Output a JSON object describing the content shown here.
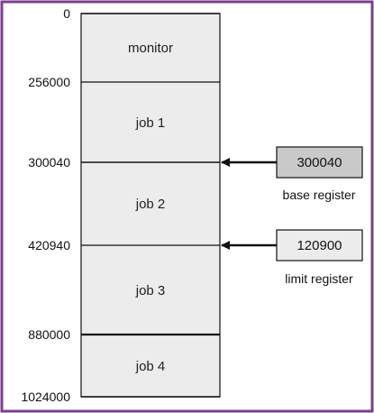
{
  "colors": {
    "frame_border": "#7a3f8f",
    "memory_fill": "#ececec",
    "base_register_fill": "#c9c9c9",
    "limit_register_fill": "#ececec",
    "line": "#111111"
  },
  "memory": {
    "addresses": [
      "0",
      "256000",
      "300040",
      "420940",
      "880000",
      "1024000"
    ],
    "segments": [
      {
        "label": "monitor"
      },
      {
        "label": "job 1"
      },
      {
        "label": "job 2"
      },
      {
        "label": "job 3"
      },
      {
        "label": "job 4"
      }
    ]
  },
  "registers": {
    "base": {
      "value": "300040",
      "name": "base register"
    },
    "limit": {
      "value": "120900",
      "name": "limit register"
    }
  }
}
